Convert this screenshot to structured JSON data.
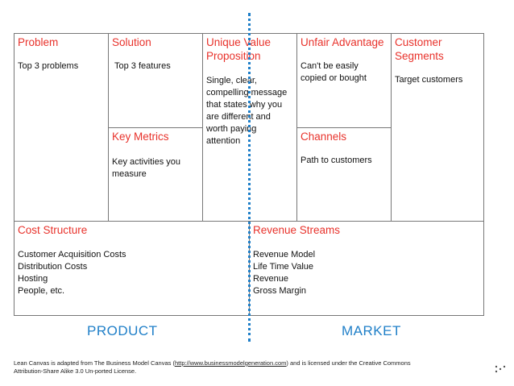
{
  "canvas": {
    "problem": {
      "title": "Problem",
      "lines": [
        "Top 3 problems"
      ]
    },
    "solution": {
      "title": "Solution",
      "lines": [
        "Top 3 features"
      ]
    },
    "uvp": {
      "title_lines": [
        "Unique Value",
        "Proposition"
      ],
      "lines": [
        "Single, clear,",
        "compelling message",
        "that states why you",
        "are different and",
        "worth paying",
        "attention"
      ]
    },
    "unfair_advantage": {
      "title": "Unfair Advantage",
      "lines": [
        "Can't be easily",
        "copied or bought"
      ]
    },
    "customer_segments": {
      "title_lines": [
        "Customer",
        "Segments"
      ],
      "lines": [
        "Target customers"
      ]
    },
    "key_metrics": {
      "title": "Key Metrics",
      "lines": [
        "Key activities you",
        "measure"
      ]
    },
    "channels": {
      "title": "Channels",
      "lines": [
        "Path to customers"
      ]
    },
    "cost_structure": {
      "title": "Cost Structure",
      "lines": [
        "Customer Acquisition Costs",
        "Distribution Costs",
        "Hosting",
        "People, etc."
      ]
    },
    "revenue_streams": {
      "title": "Revenue Streams",
      "lines": [
        "Revenue Model",
        "Life Time Value",
        "Revenue",
        "Gross Margin"
      ]
    }
  },
  "labels": {
    "product": "PRODUCT",
    "market": "MARKET"
  },
  "footer": {
    "line1_prefix": "Lean Canvas is adapted from The Business Model Canvas (",
    "line1_link": "http://www.businessmodelgeneration.com",
    "line1_suffix": ") and is licensed under the Creative Commons",
    "line2": "Attribution-Share Alike 3.0 Un-ported License."
  },
  "colors": {
    "title_red": "#e8322b",
    "accent_blue": "#1f7fc8",
    "border": "#777777"
  }
}
